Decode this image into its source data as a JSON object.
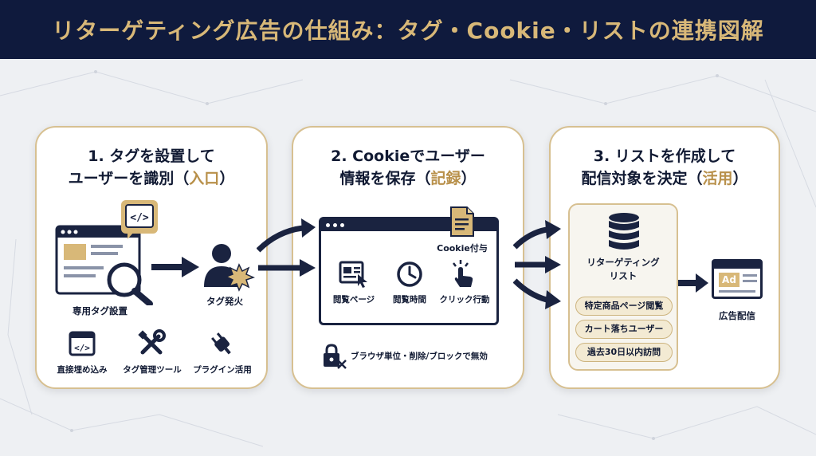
{
  "header": {
    "title": "リターゲティング広告の仕組み：タグ・Cookie・リストの連携図解"
  },
  "panel1": {
    "title_line1": "1. タグを設置して",
    "title_line2_pre": "ユーザーを識別（",
    "title_line2_hl": "入口",
    "title_line2_post": "）",
    "tag_install_label": "専用タグ設置",
    "tag_fire_label": "タグ発火",
    "methods": [
      "直接埋め込み",
      "タグ管理ツール",
      "プラグイン活用"
    ]
  },
  "panel2": {
    "title_line1": "2. Cookieでユーザー",
    "title_line2_pre": "情報を保存（",
    "title_line2_hl": "記録",
    "title_line2_post": "）",
    "cookie_label": "Cookie付与",
    "metrics": [
      "閲覧ページ",
      "閲覧時間",
      "クリック行動"
    ],
    "note": "ブラウザ単位・削除/ブロックで無効"
  },
  "panel3": {
    "title_line1": "3. リストを作成して",
    "title_line2_pre": "配信対象を決定（",
    "title_line2_hl": "活用",
    "title_line2_post": "）",
    "list_label_line1": "リターゲティング",
    "list_label_line2": "リスト",
    "segments": [
      "特定商品ページ閲覧",
      "カート落ちユーザー",
      "過去30日以内訪問"
    ],
    "ad_badge": "Ad",
    "ad_label": "広告配信"
  },
  "colors": {
    "navy": "#0f1a3d",
    "gold": "#d8b878",
    "accent": "#b8904a"
  }
}
